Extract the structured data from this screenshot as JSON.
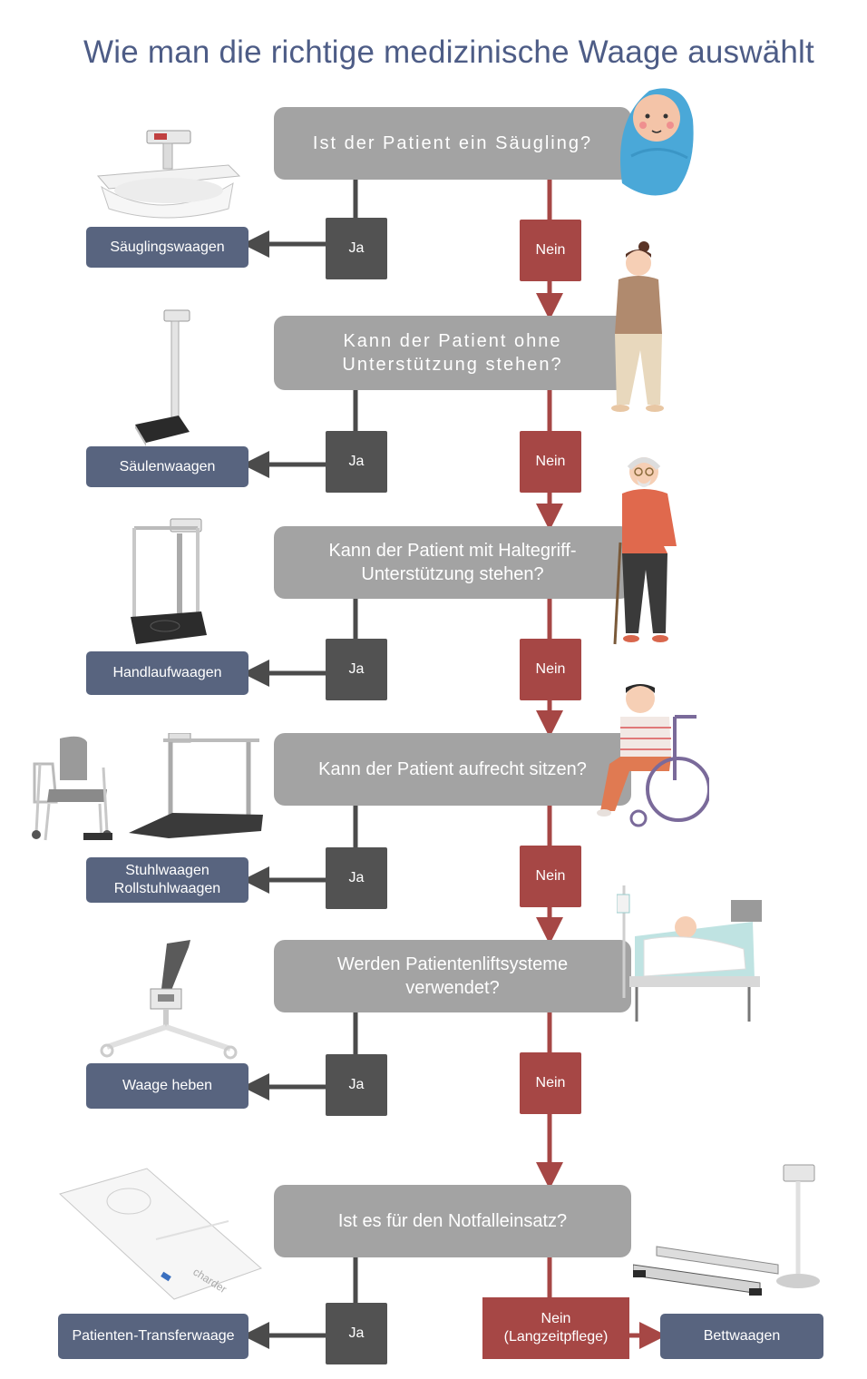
{
  "title": "Wie man die richtige medizinische Waage auswählt",
  "questions": [
    "Ist der Patient ein Säugling?",
    "Kann der Patient ohne Unterstützung stehen?",
    "Kann der Patient mit Haltegriff-Unterstützung stehen?",
    "Kann der Patient aufrecht sitzen?",
    "Werden Patientenliftsysteme verwendet?",
    "Ist es für den Notfalleinsatz?"
  ],
  "yes_label": "Ja",
  "no_label": "Nein",
  "no_last": {
    "line1": "Nein",
    "line2": "(Langzeitpflege)"
  },
  "results": [
    "Säuglingswaagen",
    "Säulenwaagen",
    "Handlaufwaagen",
    "Stuhlwaagen Rollstuhlwaagen",
    "Waage heben",
    "Patienten-Transferwaage",
    "Bettwaagen"
  ],
  "brand_mark": "charder",
  "colors": {
    "question_box": "#a3a3a3",
    "yes_box": "#525252",
    "no_box": "#a64745",
    "result_box": "#58647f",
    "title_text": "#4d5c86",
    "yes_arrow": "#4b4b4b",
    "no_arrow": "#a64745"
  }
}
